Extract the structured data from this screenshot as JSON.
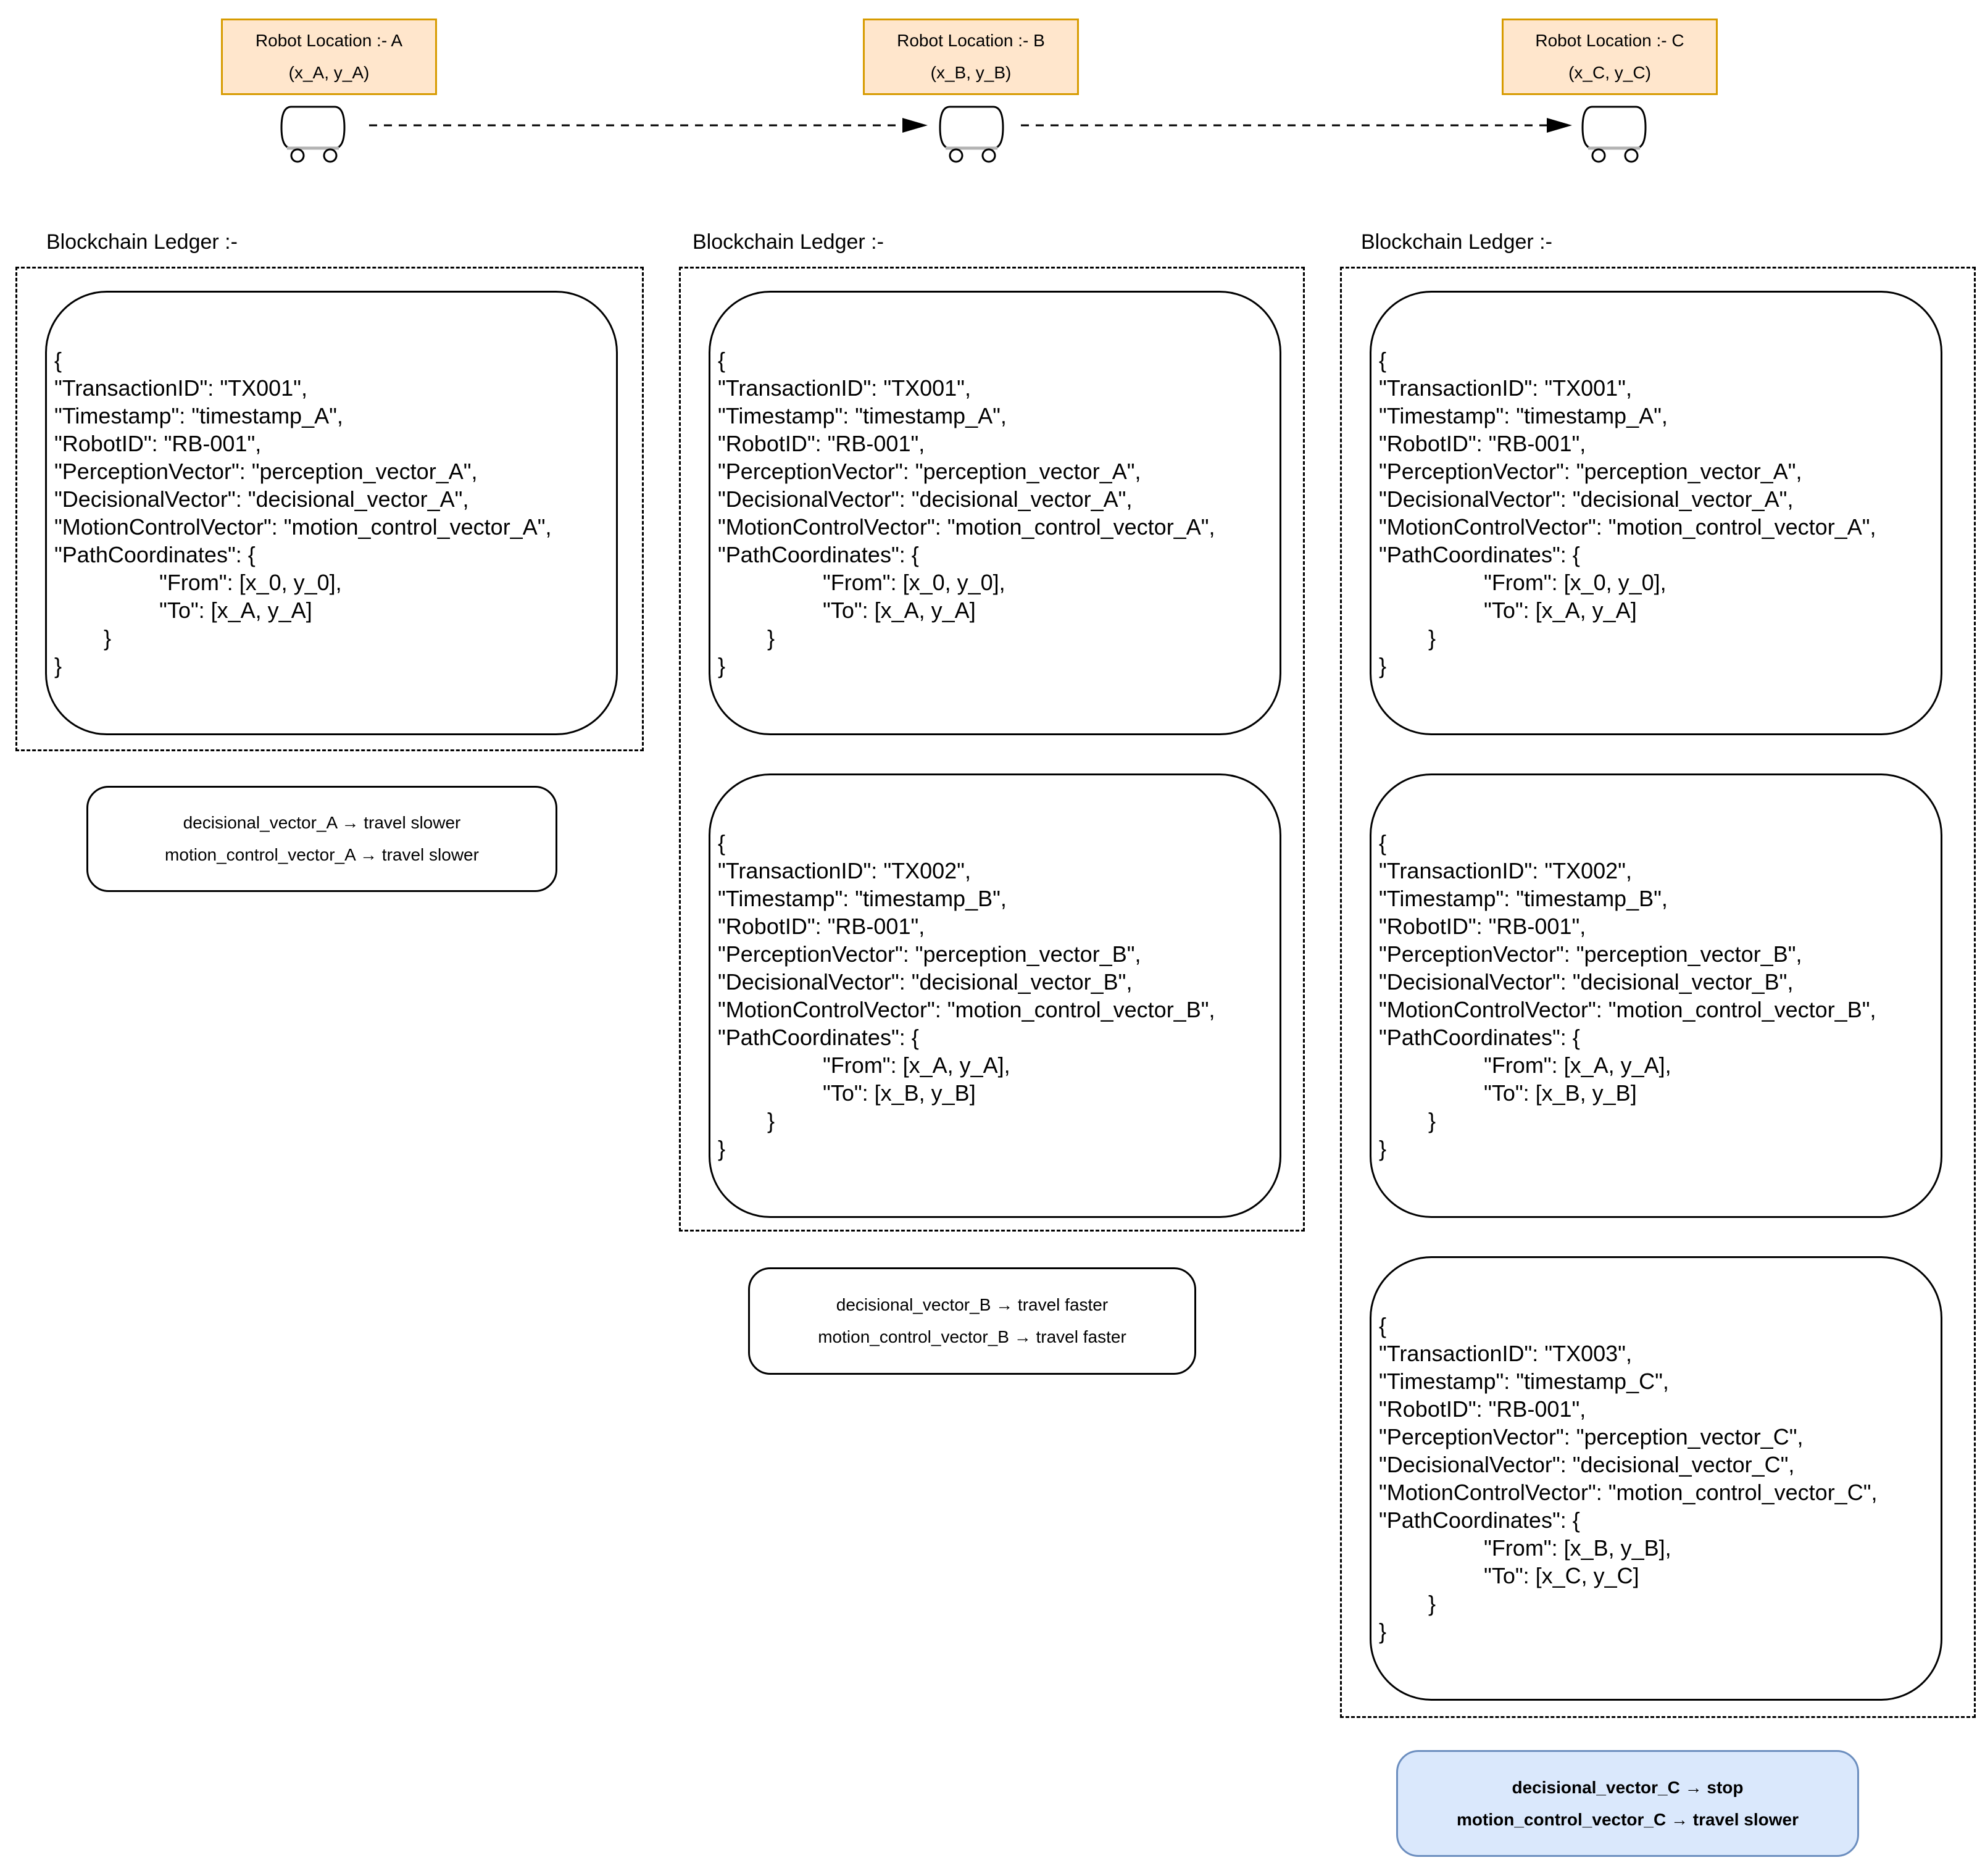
{
  "locations": [
    {
      "id": "A",
      "title": "Robot Location :- A",
      "coords": "(x_A, y_A)"
    },
    {
      "id": "B",
      "title": "Robot Location :- B",
      "coords": "(x_B, y_B)"
    },
    {
      "id": "C",
      "title": "Robot Location :- C",
      "coords": "(x_C, y_C)"
    }
  ],
  "ledger_label": "Blockchain Ledger :-",
  "transactions": {
    "tx001": [
      "{",
      "\"TransactionID\": \"TX001\",",
      "\"Timestamp\": \"timestamp_A\",",
      "\"RobotID\": \"RB-001\",",
      "\"PerceptionVector\": \"perception_vector_A\",",
      "\"DecisionalVector\": \"decisional_vector_A\",",
      "\"MotionControlVector\": \"motion_control_vector_A\",",
      "\"PathCoordinates\": {",
      "                 \"From\": [x_0, y_0],",
      "                 \"To\": [x_A, y_A]",
      "        }",
      "}"
    ],
    "tx002": [
      "{",
      "\"TransactionID\": \"TX002\",",
      "\"Timestamp\": \"timestamp_B\",",
      "\"RobotID\": \"RB-001\",",
      "\"PerceptionVector\": \"perception_vector_B\",",
      "\"DecisionalVector\": \"decisional_vector_B\",",
      "\"MotionControlVector\": \"motion_control_vector_B\",",
      "\"PathCoordinates\": {",
      "                 \"From\": [x_A, y_A],",
      "                 \"To\": [x_B, y_B]",
      "        }",
      "}"
    ],
    "tx003": [
      "{",
      "\"TransactionID\": \"TX003\",",
      "\"Timestamp\": \"timestamp_C\",",
      "\"RobotID\": \"RB-001\",",
      "\"PerceptionVector\": \"perception_vector_C\",",
      "\"DecisionalVector\": \"decisional_vector_C\",",
      "\"MotionControlVector\": \"motion_control_vector_C\",",
      "\"PathCoordinates\": {",
      "                 \"From\": [x_B, y_B],",
      "                 \"To\": [x_C, y_C]",
      "        }",
      "}"
    ]
  },
  "notes": {
    "a": {
      "line1": "decisional_vector_A → travel slower",
      "line2": "motion_control_vector_A → travel slower"
    },
    "b": {
      "line1": "decisional_vector_B → travel faster",
      "line2": "motion_control_vector_B → travel faster"
    },
    "c": {
      "line1": "decisional_vector_C → stop",
      "line2": "motion_control_vector_C → travel slower"
    }
  },
  "colors": {
    "location_fill": "#ffe6cc",
    "location_border": "#d79b00",
    "note_c_fill": "#dae8fc",
    "note_c_border": "#6c8ebf",
    "robot_shade": "#b3b3b3"
  }
}
